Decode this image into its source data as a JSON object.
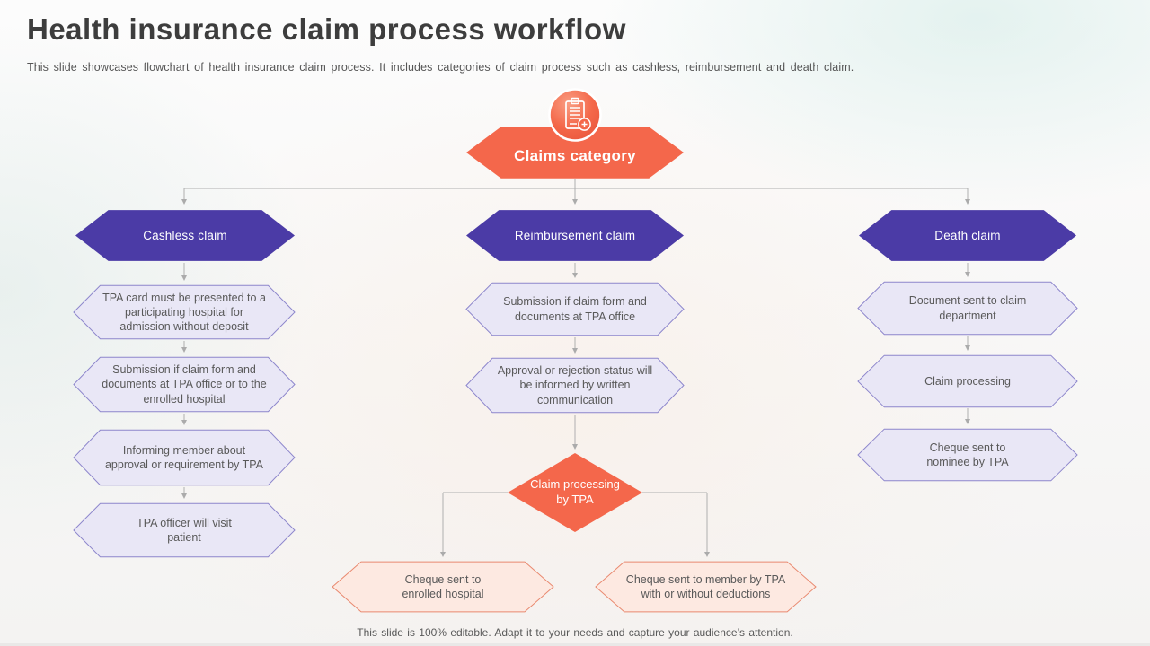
{
  "slide": {
    "title": "Health insurance claim process workflow",
    "subtitle": "This slide showcases flowchart of health insurance claim process. It includes categories of claim process such as cashless, reimbursement and death claim.",
    "footer": "This slide is 100% editable. Adapt it to your needs and capture your audience’s attention."
  },
  "flow": {
    "root_label": "Claims category",
    "root_icon": "medical-claim-clipboard-icon",
    "cashless": {
      "header": "Cashless claim",
      "steps": [
        "TPA card must be presented  to a participating hospital for admission without deposit",
        "Submission if claim form  and documents at TPA office or to the enrolled  hospital",
        "Informing  member about approval or requirement  by TPA",
        "TPA officer will visit patient"
      ]
    },
    "reimbursement": {
      "header": "Reimbursement  claim",
      "steps": [
        "Submission if claim form  and documents at TPA office",
        "Approval  or rejection status will be informed  by written communication"
      ],
      "decision": "Claim processing by TPA",
      "outcomes": [
        "Cheque  sent to enrolled  hospital",
        "Cheque  sent to member  by TPA with or without  deductions"
      ]
    },
    "death": {
      "header": "Death claim",
      "steps": [
        "Document  sent to claim department",
        "Claim processing",
        "Cheque  sent to nominee  by TPA"
      ]
    }
  },
  "colors": {
    "accent_orange": "#F4674B",
    "accent_purple": "#4B3BA6",
    "light_purple_fill": "#E9E7F6",
    "light_purple_border": "#8D86CC",
    "light_orange_fill": "#FDE9E1",
    "light_orange_border": "#E9896F",
    "connector_gray": "#AFAFAF",
    "title_text": "#3D3D3D",
    "body_text": "#595959"
  }
}
